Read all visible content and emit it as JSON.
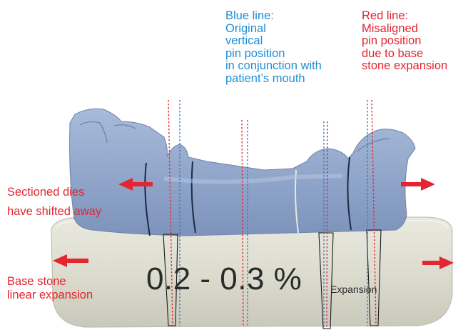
{
  "annotations": {
    "blue_line_note": "Blue line:\nOriginal\nvertical\npin position\nin conjunction with\npatient’s mouth",
    "red_line_note": "Red line:\nMisaligned\npin position\ndue to base\nstone expansion",
    "dies_note": "Sectioned dies\nhave shifted away",
    "base_note": "Base stone\nlinear expansion",
    "expansion_value": "0.2 - 0.3 %",
    "expansion_word": "Expansion"
  },
  "colors": {
    "blue_line": "#2a7fd0",
    "red_line": "#e3262f",
    "arrow": "#e3262f",
    "stone_model": "#8fa4c9",
    "base_stone": "#dcdccf"
  },
  "icons": {
    "arrows": [
      "arrow-left-icon",
      "arrow-right-icon"
    ]
  }
}
